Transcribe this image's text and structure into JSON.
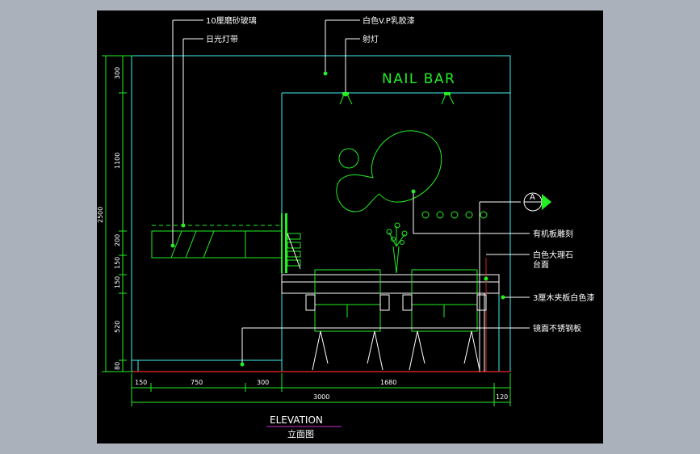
{
  "drawing": {
    "sign_text": "NAIL BAR",
    "title": "ELEVATION",
    "subtitle": "立面图",
    "section_marker": "A",
    "colors": {
      "background": "#000000",
      "frame": "#abb1ba",
      "walls": "#3ff0f0",
      "furniture": "#22ee22",
      "leaders": "#ffffff",
      "floor": "#cc2222",
      "title_underline": "#cc33cc"
    }
  },
  "callouts": [
    {
      "id": "glass",
      "text": "10厘磨砂玻璃"
    },
    {
      "id": "light_strip",
      "text": "日光灯带"
    },
    {
      "id": "paint",
      "text": "白色V.P乳胶漆"
    },
    {
      "id": "spotlight",
      "text": "射灯"
    },
    {
      "id": "plexi",
      "text": "有机板雕刻"
    },
    {
      "id": "marble",
      "text": "白色大理石"
    },
    {
      "id": "marble2",
      "text": "台面"
    },
    {
      "id": "plywood",
      "text": "3厘木夹板白色漆"
    },
    {
      "id": "steel",
      "text": "镜面不锈钢板"
    }
  ],
  "dimensions": {
    "vertical": [
      "300",
      "1100",
      "200",
      "150",
      "150",
      "520",
      "80"
    ],
    "overall_height": "2500",
    "horizontal": [
      "150",
      "750",
      "300",
      "1680",
      "120"
    ],
    "overall_width": "3000"
  }
}
